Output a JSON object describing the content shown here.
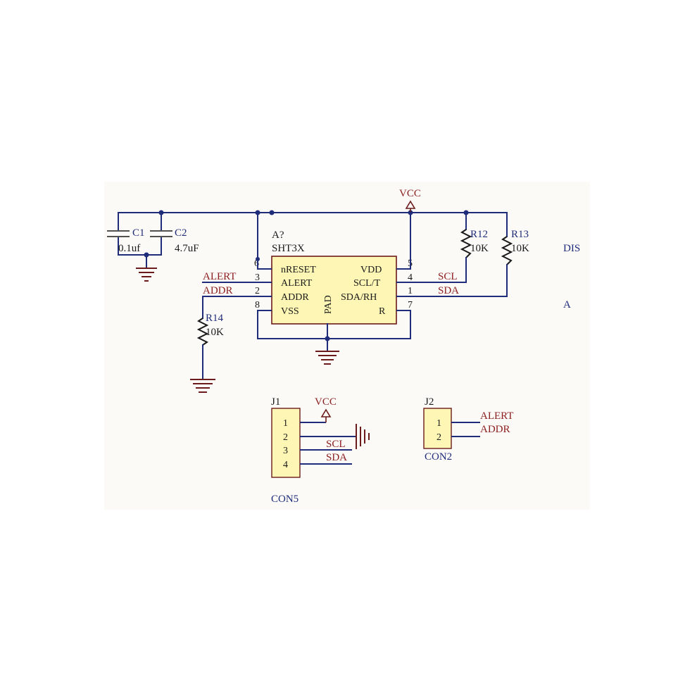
{
  "power": {
    "vcc": "VCC"
  },
  "c1": {
    "ref": "C1",
    "value": "0.1uf"
  },
  "c2": {
    "ref": "C2",
    "value": "4.7uF"
  },
  "u1": {
    "designator": "A?",
    "part": "SHT3X",
    "pad_label": "PAD",
    "left_pins": [
      {
        "num": "6",
        "name": "nRESET"
      },
      {
        "num": "3",
        "name": "ALERT"
      },
      {
        "num": "2",
        "name": "ADDR"
      },
      {
        "num": "8",
        "name": "VSS"
      }
    ],
    "right_pins": [
      {
        "num": "5",
        "name": "VDD"
      },
      {
        "num": "4",
        "name": "SCL/T"
      },
      {
        "num": "1",
        "name": "SDA/RH"
      },
      {
        "num": "7",
        "name": "R"
      }
    ]
  },
  "nets": {
    "alert": "ALERT",
    "addr": "ADDR",
    "scl": "SCL",
    "sda": "SDA"
  },
  "r12": {
    "ref": "R12",
    "value": "10K"
  },
  "r13": {
    "ref": "R13",
    "value": "10K"
  },
  "r14": {
    "ref": "R14",
    "value": "10K"
  },
  "side_text": {
    "top": "DIS",
    "bottom": "A"
  },
  "j1": {
    "ref": "J1",
    "footprint": "CON5",
    "pins": [
      "1",
      "2",
      "3",
      "4"
    ],
    "vcc": "VCC",
    "scl": "SCL",
    "sda": "SDA"
  },
  "j2": {
    "ref": "J2",
    "footprint": "CON2",
    "pins": [
      "1",
      "2"
    ],
    "alert": "ALERT",
    "addr": "ADDR"
  }
}
